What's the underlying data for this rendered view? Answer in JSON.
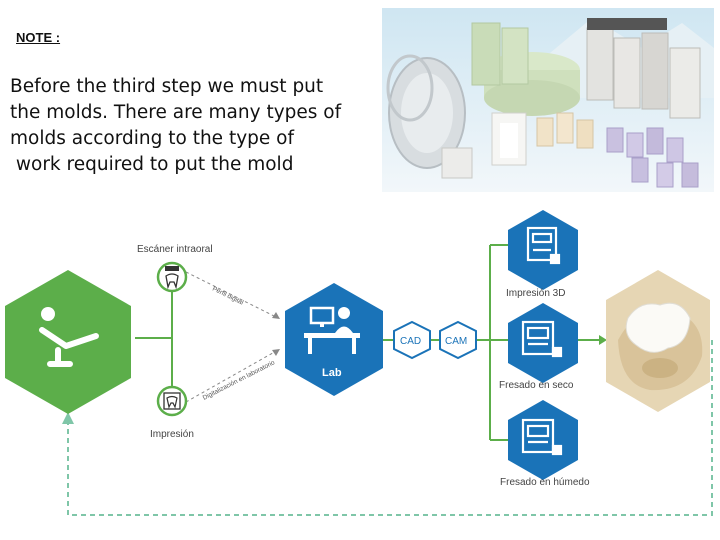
{
  "note": {
    "title": "NOTE :"
  },
  "body": {
    "lines": [
      "Before the third step we must put",
      "the molds. There are many types of",
      "molds according to the type of",
      " work required to put the mold"
    ]
  },
  "diagram": {
    "scanner_label": "Escáner intraoral",
    "impression_label": "Impresión",
    "digital_path_label": "Perfil digital",
    "physical_path_label": "Digitalización en laboratorio",
    "lab_label": "Lab",
    "cad_label": "CAD",
    "cam_label": "CAM",
    "outputs": [
      "Impresión 3D",
      "Fresado en seco",
      "Fresado en húmedo"
    ]
  },
  "colors": {
    "green": "#5cae4a",
    "blue": "#1a73b8",
    "dashed_line": "#7fc6a8"
  }
}
